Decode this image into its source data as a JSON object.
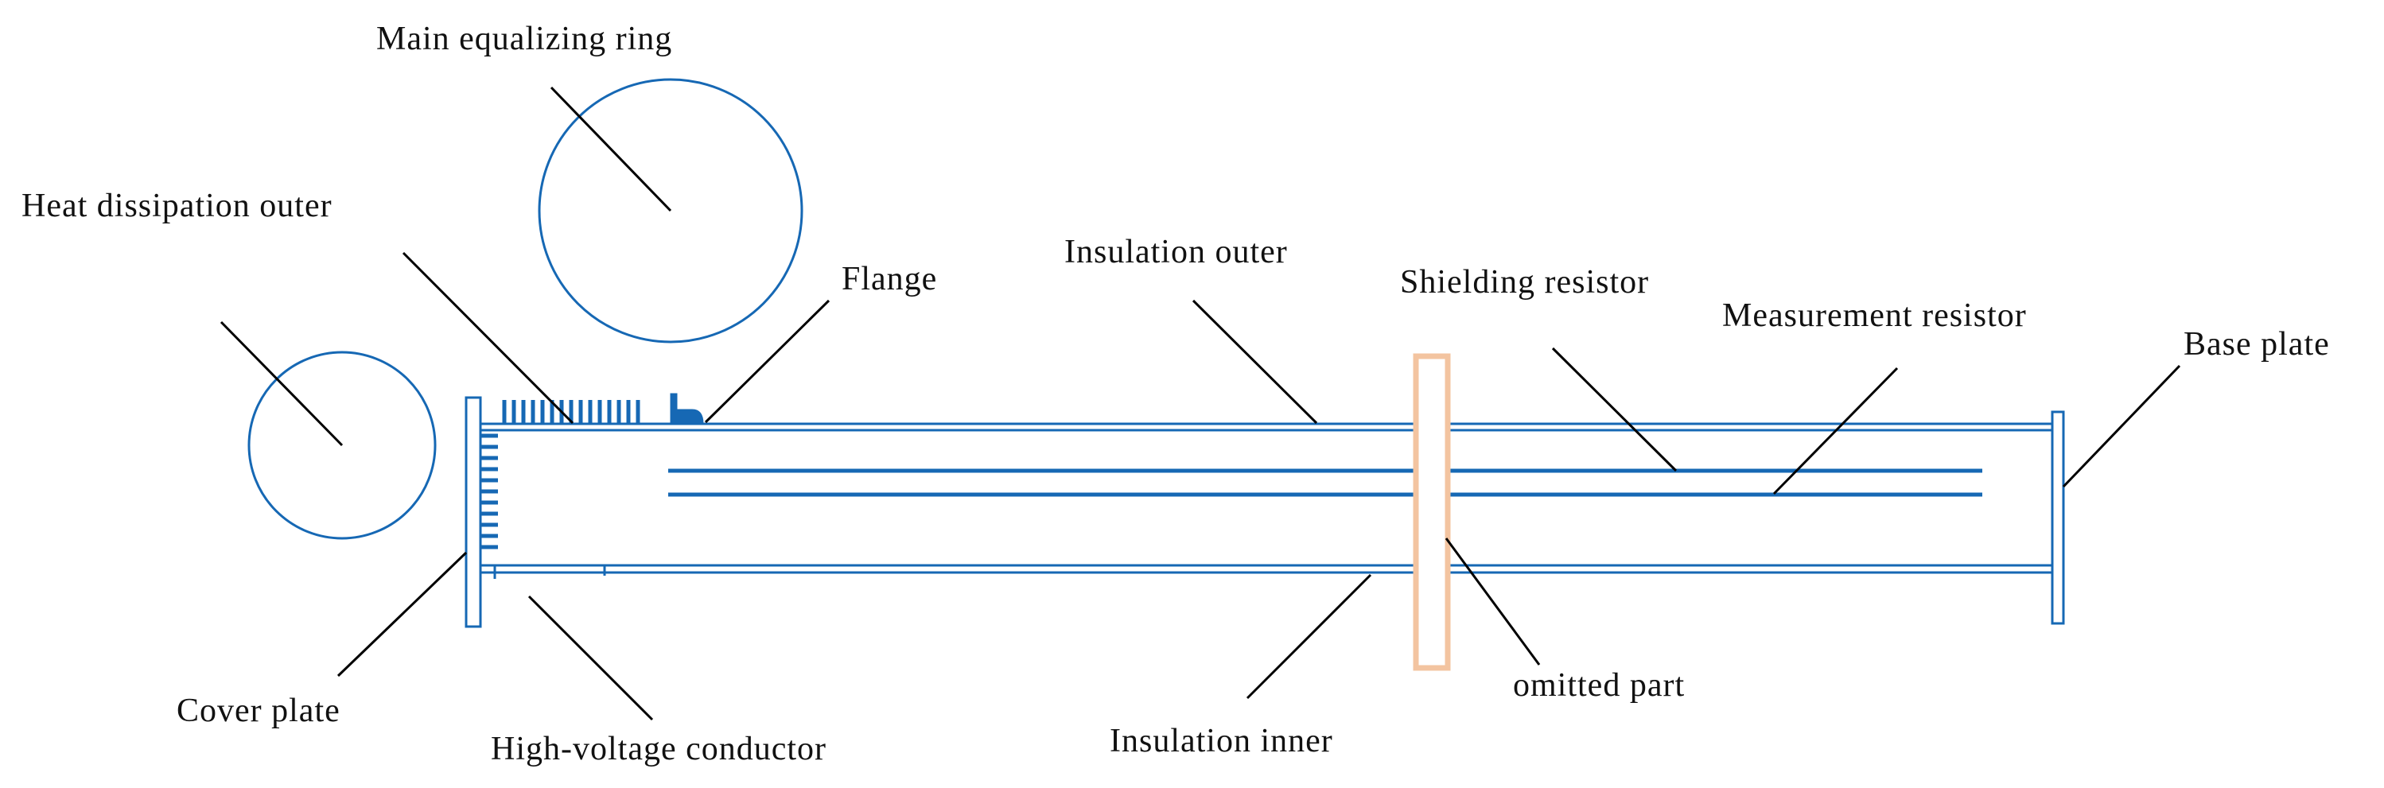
{
  "labels": {
    "main_ring": "Main equalizing ring",
    "heat_outer": "Heat dissipation outer",
    "flange": "Flange",
    "insulation_outer": "Insulation outer",
    "shielding_resistor": "Shielding resistor",
    "measurement_resistor": "Measurement resistor",
    "base_plate": "Base plate",
    "cover_plate": "Cover plate",
    "hv_conductor": "High-voltage conductor",
    "insulation_inner": "Insulation inner",
    "omitted_part": "omitted part"
  },
  "colors": {
    "component": "#1668b4",
    "omitted_marker": "#f3c4a0",
    "leader": "#000000",
    "text": "#111111"
  }
}
